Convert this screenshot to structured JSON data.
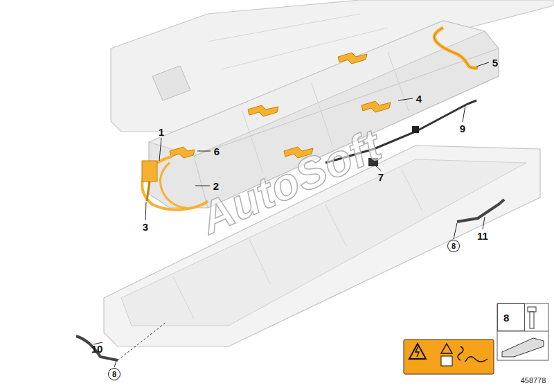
{
  "diagram": {
    "nodes": [
      {
        "text": [
          "8"
        ]
      },
      {
        "text": [
          "8"
        ]
      },
      {
        "text": [
          "8"
        ]
      }
    ],
    "labels": [
      "1",
      "2",
      "3",
      "4",
      "5",
      "6",
      "7",
      "9",
      "10",
      "11",
      "AutoSoft",
      "458778"
    ]
  }
}
